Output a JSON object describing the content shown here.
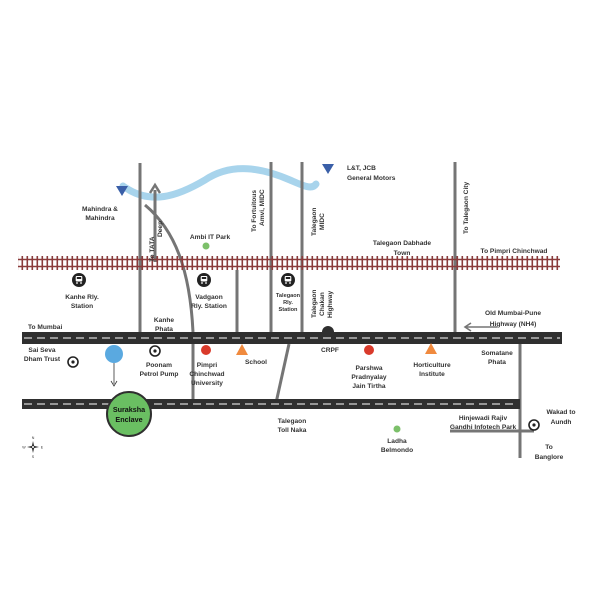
{
  "labels": {
    "lt_jcb_1": "L&T, JCB",
    "lt_jcb_2": "General Motors",
    "mahindra_1": "Mahindra &",
    "mahindra_2": "Mahindra",
    "to_tata_1": "To TATA",
    "to_tata_2": "Deep",
    "to_fortuitous_1": "To Fortuitous",
    "to_fortuitous_2": "Amvi, MIDC",
    "talegaon_midc_1": "Talegaon",
    "talegaon_midc_2": "MIDC",
    "to_talegaon_city": "To Talegaon City",
    "ambi_it_park": "Ambi IT Park",
    "talegaon_dabhade_1": "Talegaon Dabhade",
    "talegaon_dabhade_2": "Town",
    "to_pimpri": "To Pimpri Chinchwad",
    "kanhe_station_1": "Kanhe Rly.",
    "kanhe_station_2": "Station",
    "vadgaon_station_1": "Vadgaon",
    "vadgaon_station_2": "Rly. Station",
    "talegaon_station_1": "Talegaon",
    "talegaon_station_2": "Rly.",
    "talegaon_station_3": "Station",
    "chakan_1": "Talegaon",
    "chakan_2": "Chakan",
    "chakan_3": "Highway",
    "kanhe_phata_1": "Kanhe",
    "kanhe_phata_2": "Phata",
    "to_mumbai": "To Mumbai",
    "old_highway_1": "Old Mumbai-Pune",
    "old_highway_2": "Highway (NH4)",
    "crpf": "CRPF",
    "sai_seva_1": "Sai Seva",
    "sai_seva_2": "Dham Trust",
    "poonam_1": "Poonam",
    "poonam_2": "Petrol Pump",
    "pimpri_univ_1": "Pimpri",
    "pimpri_univ_2": "Chinchwad",
    "pimpri_univ_3": "University",
    "school": "School",
    "parshwa_1": "Parshwa",
    "parshwa_2": "Pradnyalay",
    "parshwa_3": "Jain Tirtha",
    "horticulture_1": "Horticulture",
    "horticulture_2": "Institute",
    "somatane_1": "Somatane",
    "somatane_2": "Phata",
    "suraksha_1": "Suraksha",
    "suraksha_2": "Enclave",
    "toll_naka_1": "Talegaon",
    "toll_naka_2": "Toll Naka",
    "hinjewadi_1": "Hinjewadi Rajiv",
    "hinjewadi_2": "Gandhi Infotech Park",
    "wakad_1": "Wakad to",
    "wakad_2": "Aundh",
    "to_banglore_1": "To",
    "to_banglore_2": "Banglore",
    "ladha_1": "Ladha",
    "ladha_2": "Belmondo",
    "compass_n": "N",
    "compass_s": "S",
    "compass_e": "E",
    "compass_w": "W"
  },
  "colors": {
    "river": "#a8d4ec",
    "highway": "#2f2f2f",
    "dash": "#ffffff",
    "road": "#757575",
    "rail": "#8a3b3b",
    "triangle_blue": "#3a5fa8",
    "triangle_orange": "#f08a3e",
    "dot_red": "#d93a2b",
    "dot_green": "#7cc06a",
    "enclave_green": "#6abf62",
    "enclave_blue": "#5aa9e0"
  },
  "icons": {
    "station": "train-icon",
    "landmark": "target-icon",
    "industry": "down-triangle-icon",
    "institute": "up-triangle-icon",
    "compass": "compass-icon"
  }
}
